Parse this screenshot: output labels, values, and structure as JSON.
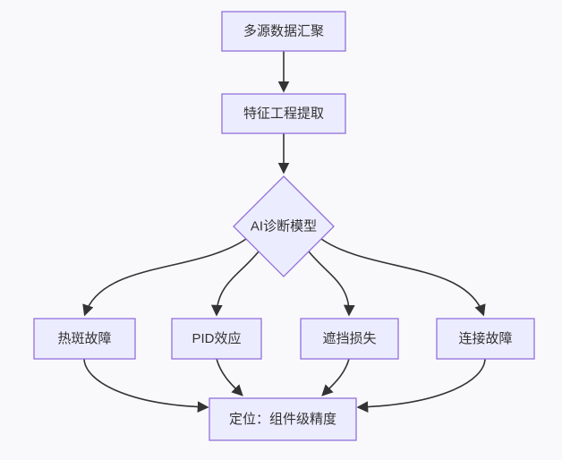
{
  "diagram": {
    "type": "flowchart",
    "direction": "top-down",
    "colors": {
      "background": "#f9f9fb",
      "node_fill": "#ececff",
      "node_border": "#9370db",
      "edge": "#333333",
      "text": "#333333"
    },
    "nodes": [
      {
        "id": "A",
        "label": "多源数据汇聚",
        "shape": "rect"
      },
      {
        "id": "B",
        "label": "特征工程提取",
        "shape": "rect"
      },
      {
        "id": "C",
        "label": "AI诊断模型",
        "shape": "diamond"
      },
      {
        "id": "D",
        "label": "热斑故障",
        "shape": "rect"
      },
      {
        "id": "E",
        "label": "PID效应",
        "shape": "rect"
      },
      {
        "id": "F",
        "label": "遮挡损失",
        "shape": "rect"
      },
      {
        "id": "G",
        "label": "连接故障",
        "shape": "rect"
      },
      {
        "id": "H",
        "label": "定位：组件级精度",
        "shape": "rect"
      }
    ],
    "edges": [
      {
        "from": "A",
        "to": "B"
      },
      {
        "from": "B",
        "to": "C"
      },
      {
        "from": "C",
        "to": "D"
      },
      {
        "from": "C",
        "to": "E"
      },
      {
        "from": "C",
        "to": "F"
      },
      {
        "from": "C",
        "to": "G"
      },
      {
        "from": "D",
        "to": "H"
      },
      {
        "from": "E",
        "to": "H"
      },
      {
        "from": "F",
        "to": "H"
      },
      {
        "from": "G",
        "to": "H"
      }
    ]
  }
}
